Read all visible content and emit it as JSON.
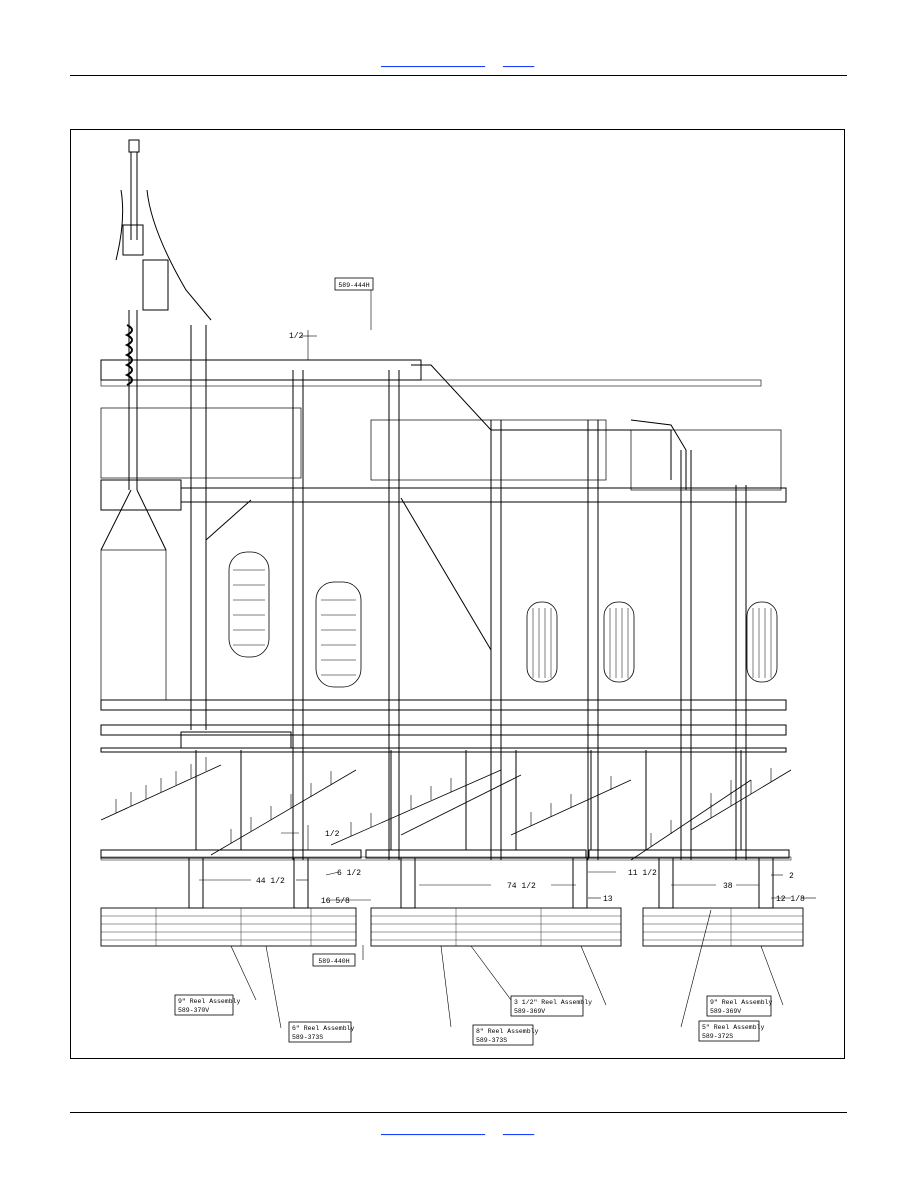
{
  "header": {
    "link_left": "____________________",
    "link_right": "______"
  },
  "footer": {
    "link_left": "____________________",
    "link_right": "______"
  },
  "drawing": {
    "part_labels": {
      "top": "589-444H",
      "bottom": "589-440H"
    },
    "dimensions": {
      "d_half_top": "1/2",
      "d_half_low": "1/2",
      "d_44_half": "44 1/2",
      "d_6_half": "6 1/2",
      "d_16_5_8": "16 5/8",
      "d_74_half": "74 1/2",
      "d_11_half": "11 1/2",
      "d_13": "13",
      "d_38": "38",
      "d_2": "2",
      "d_12_1_8": "12 1/8"
    },
    "callouts": [
      {
        "title": "9\" Reel Assembly",
        "part": "589-370V"
      },
      {
        "title": "6\" Reel Assembly",
        "part": "589-373S"
      },
      {
        "title": "8\" Reel Assembly",
        "part": "589-373S"
      },
      {
        "title": "3 1/2\" Reel Assembly",
        "part": "589-369V"
      },
      {
        "title": "9\" Reel Assembly",
        "part": "589-369V"
      },
      {
        "title": "5\" Reel Assembly",
        "part": "589-372S"
      }
    ]
  }
}
